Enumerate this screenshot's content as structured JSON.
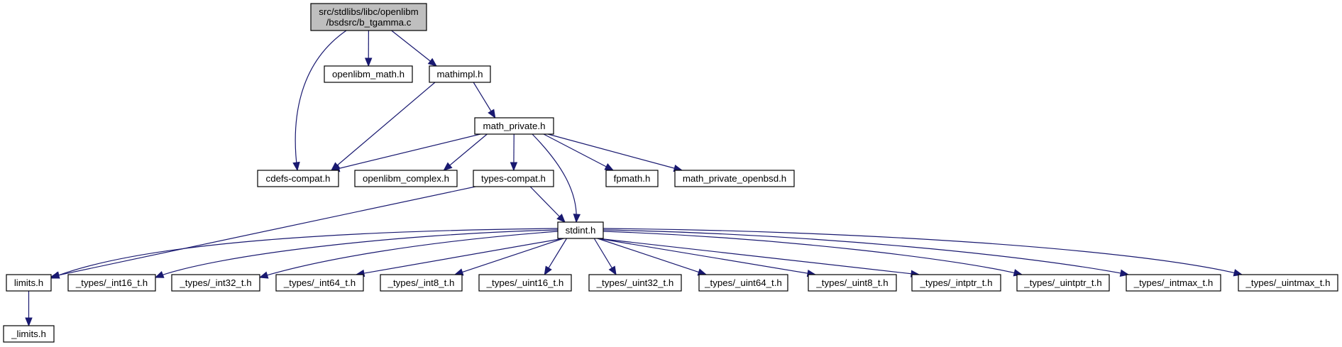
{
  "diagram": {
    "type": "include-dependency-graph",
    "root": "root",
    "colors": {
      "edge": "#191970",
      "root_fill": "#bfbfbf",
      "node_fill": "#ffffff",
      "border": "#000000"
    },
    "nodes": [
      {
        "id": "root",
        "label": "src/stdlibs/libc/openlibm\n/bsdsrc/b_tgamma.c"
      },
      {
        "id": "openlibm_math",
        "label": "openlibm_math.h"
      },
      {
        "id": "mathimpl",
        "label": "mathimpl.h"
      },
      {
        "id": "math_private",
        "label": "math_private.h"
      },
      {
        "id": "cdefs_compat",
        "label": "cdefs-compat.h"
      },
      {
        "id": "openlibm_complex",
        "label": "openlibm_complex.h"
      },
      {
        "id": "types_compat",
        "label": "types-compat.h"
      },
      {
        "id": "fpmath",
        "label": "fpmath.h"
      },
      {
        "id": "math_private_openbsd",
        "label": "math_private_openbsd.h"
      },
      {
        "id": "stdint",
        "label": "stdint.h"
      },
      {
        "id": "limits",
        "label": "limits.h"
      },
      {
        "id": "int16",
        "label": "_types/_int16_t.h"
      },
      {
        "id": "int32",
        "label": "_types/_int32_t.h"
      },
      {
        "id": "int64",
        "label": "_types/_int64_t.h"
      },
      {
        "id": "int8",
        "label": "_types/_int8_t.h"
      },
      {
        "id": "uint16",
        "label": "_types/_uint16_t.h"
      },
      {
        "id": "uint32",
        "label": "_types/_uint32_t.h"
      },
      {
        "id": "uint64",
        "label": "_types/_uint64_t.h"
      },
      {
        "id": "uint8",
        "label": "_types/_uint8_t.h"
      },
      {
        "id": "intptr",
        "label": "_types/_intptr_t.h"
      },
      {
        "id": "uintptr",
        "label": "_types/_uintptr_t.h"
      },
      {
        "id": "intmax",
        "label": "_types/_intmax_t.h"
      },
      {
        "id": "uintmax",
        "label": "_types/_uintmax_t.h"
      },
      {
        "id": "_limits",
        "label": "_limits.h"
      }
    ],
    "edges": [
      {
        "from": "root",
        "to": "cdefs_compat"
      },
      {
        "from": "root",
        "to": "openlibm_math"
      },
      {
        "from": "root",
        "to": "mathimpl"
      },
      {
        "from": "mathimpl",
        "to": "cdefs_compat"
      },
      {
        "from": "mathimpl",
        "to": "math_private"
      },
      {
        "from": "math_private",
        "to": "cdefs_compat"
      },
      {
        "from": "math_private",
        "to": "openlibm_complex"
      },
      {
        "from": "math_private",
        "to": "types_compat"
      },
      {
        "from": "math_private",
        "to": "stdint"
      },
      {
        "from": "math_private",
        "to": "fpmath"
      },
      {
        "from": "math_private",
        "to": "math_private_openbsd"
      },
      {
        "from": "types_compat",
        "to": "limits"
      },
      {
        "from": "types_compat",
        "to": "stdint"
      },
      {
        "from": "stdint",
        "to": "limits"
      },
      {
        "from": "stdint",
        "to": "int16"
      },
      {
        "from": "stdint",
        "to": "int32"
      },
      {
        "from": "stdint",
        "to": "int64"
      },
      {
        "from": "stdint",
        "to": "int8"
      },
      {
        "from": "stdint",
        "to": "uint16"
      },
      {
        "from": "stdint",
        "to": "uint32"
      },
      {
        "from": "stdint",
        "to": "uint64"
      },
      {
        "from": "stdint",
        "to": "uint8"
      },
      {
        "from": "stdint",
        "to": "intptr"
      },
      {
        "from": "stdint",
        "to": "uintptr"
      },
      {
        "from": "stdint",
        "to": "intmax"
      },
      {
        "from": "stdint",
        "to": "uintmax"
      },
      {
        "from": "limits",
        "to": "_limits"
      }
    ]
  }
}
